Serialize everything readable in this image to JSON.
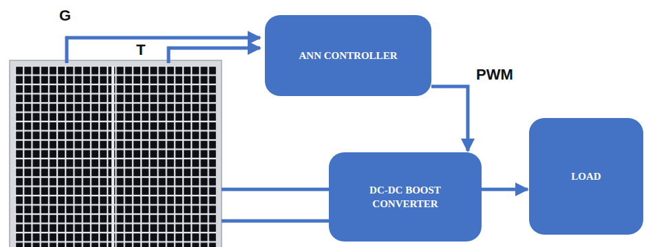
{
  "diagram": {
    "nodes": [
      {
        "text": [
          "ANN CONTROLLER"
        ]
      },
      {
        "text": [
          "DC-DC BOOST CONVERTER"
        ]
      },
      {
        "text": [
          "LOAD"
        ]
      }
    ],
    "edges": [
      {
        "from": 0,
        "to": 1,
        "label": "PWM",
        "arrow": "to"
      },
      {
        "from": 1,
        "to": 2,
        "arrow": "to"
      }
    ],
    "labels": [
      "G",
      "T"
    ]
  }
}
